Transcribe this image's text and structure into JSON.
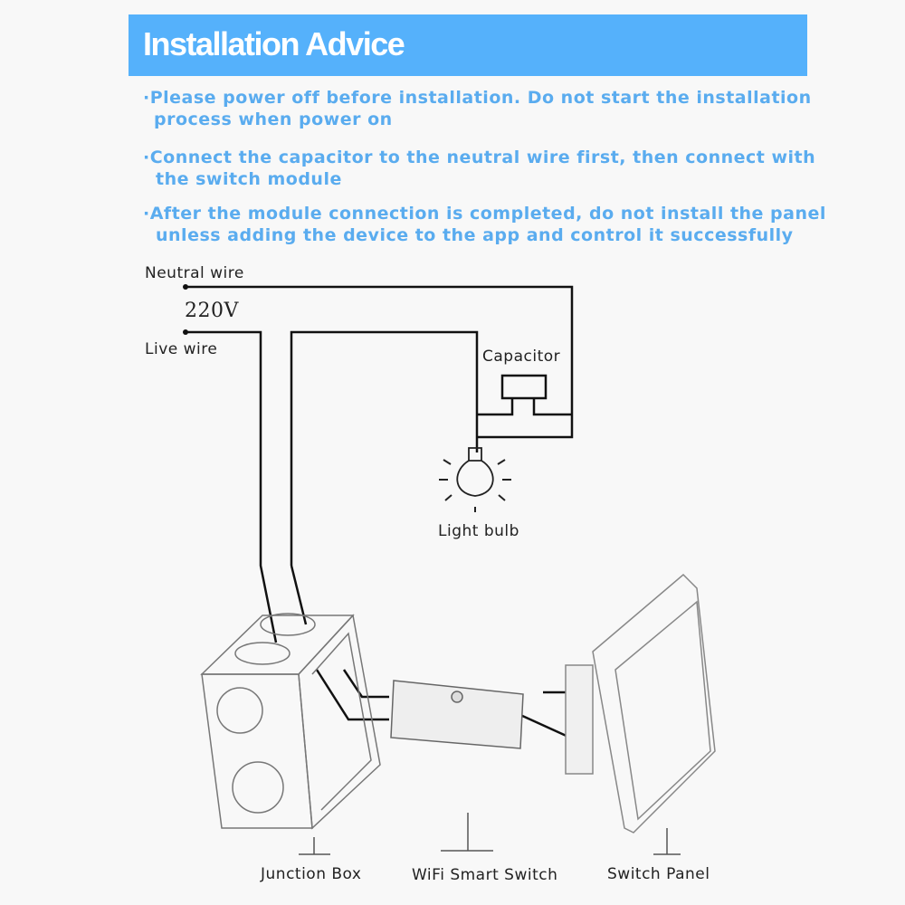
{
  "header": {
    "title": "Installation Advice"
  },
  "tips": [
    {
      "line1": "Please power off before installation. Do not start the installation",
      "line2": "process when power on"
    },
    {
      "line1": "Connect the capacitor to the neutral wire first, then connect with",
      "line2": "the switch module"
    },
    {
      "line1": "After the module connection is completed, do not install the panel",
      "line2": "unless adding the device to the app and control it successfully"
    }
  ],
  "diagram": {
    "neutral": "Neutral wire",
    "voltage": "220V",
    "live": "Live wire",
    "capacitor": "Capacitor",
    "bulb": "Light bulb",
    "junction_box": "Junction Box",
    "smart_switch": "WiFi Smart Switch",
    "switch_panel": "Switch Panel"
  },
  "colors": {
    "accent": "#55b1fb",
    "tip_text": "#5aacef"
  }
}
